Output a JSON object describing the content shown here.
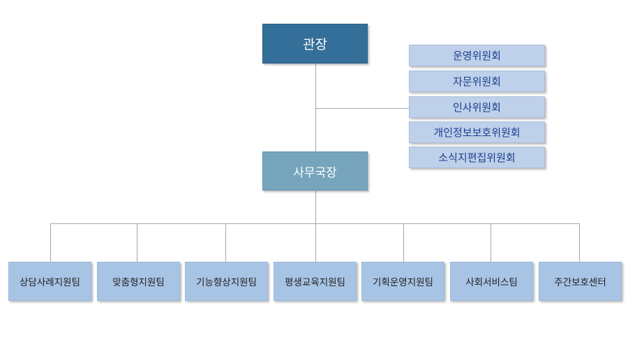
{
  "colors": {
    "director_bg": "#346f9a",
    "secretary_bg": "#76a5bd",
    "committee_bg": "#bed0ea",
    "committee_text": "#1a3f8c",
    "team_bg": "#a8c4e5",
    "team_text": "#1f1f1f",
    "line": "#a6a6a6"
  },
  "org": {
    "director": "관장",
    "secretary_general": "사무국장",
    "committees": [
      "운영위원회",
      "자문위원회",
      "인사위원회",
      "개인정보보호위원회",
      "소식지편집위원회"
    ],
    "teams": [
      "상담사례지원팀",
      "맞춤형지원팀",
      "기능향상지원팀",
      "평생교육지원팀",
      "기획운영지원팀",
      "사회서비스팀",
      "주간보호센터"
    ]
  }
}
